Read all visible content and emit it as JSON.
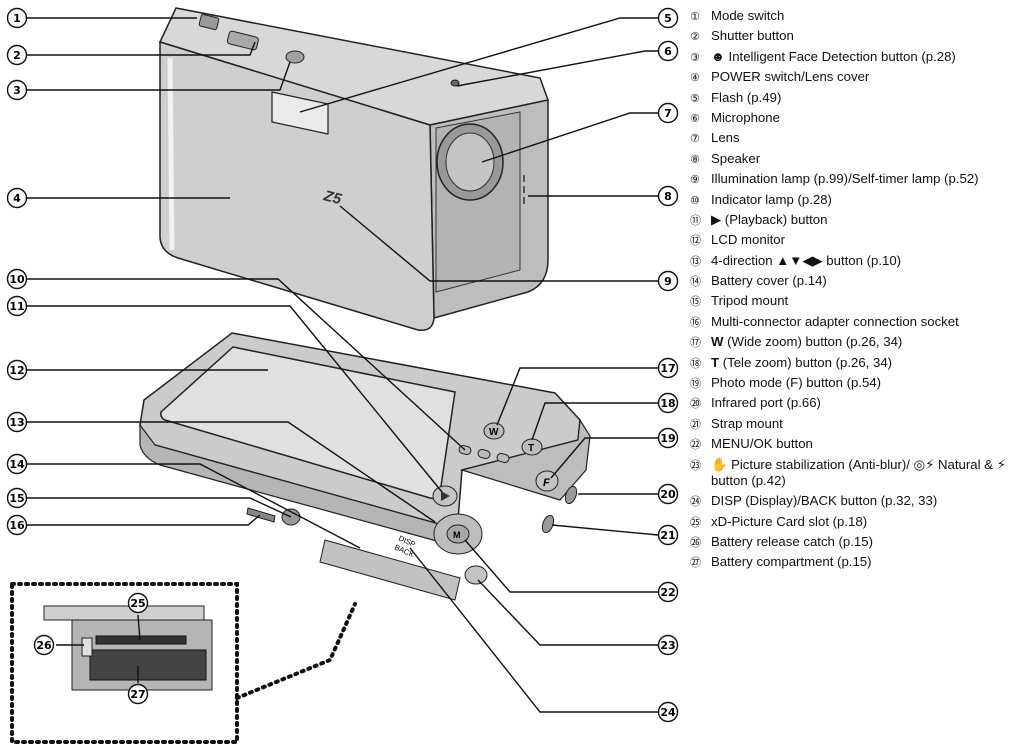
{
  "model_mark": "Z5",
  "front_buttons": {
    "wide_label": "W",
    "tele_label": "T",
    "photo_mode_label": "F",
    "menu_label": "M",
    "disp_label_1": "DISP",
    "disp_label_2": "BACK"
  },
  "callouts": [
    {
      "num": "1"
    },
    {
      "num": "2"
    },
    {
      "num": "3"
    },
    {
      "num": "4"
    },
    {
      "num": "5"
    },
    {
      "num": "6"
    },
    {
      "num": "7"
    },
    {
      "num": "8"
    },
    {
      "num": "9"
    },
    {
      "num": "10"
    },
    {
      "num": "11"
    },
    {
      "num": "12"
    },
    {
      "num": "13"
    },
    {
      "num": "14"
    },
    {
      "num": "15"
    },
    {
      "num": "16"
    },
    {
      "num": "17"
    },
    {
      "num": "18"
    },
    {
      "num": "19"
    },
    {
      "num": "20"
    },
    {
      "num": "21"
    },
    {
      "num": "22"
    },
    {
      "num": "23"
    },
    {
      "num": "24"
    },
    {
      "num": "25"
    },
    {
      "num": "26"
    },
    {
      "num": "27"
    }
  ],
  "legend": [
    {
      "num": "①",
      "text": "Mode switch"
    },
    {
      "num": "②",
      "text": "Shutter button"
    },
    {
      "num": "③",
      "text": "☻ Intelligent Face Detection button (p.28)"
    },
    {
      "num": "④",
      "text": "POWER switch/Lens cover"
    },
    {
      "num": "⑤",
      "text": "Flash (p.49)"
    },
    {
      "num": "⑥",
      "text": "Microphone"
    },
    {
      "num": "⑦",
      "text": "Lens"
    },
    {
      "num": "⑧",
      "text": "Speaker"
    },
    {
      "num": "⑨",
      "text": "Illumination lamp (p.99)/Self-timer lamp (p.52)"
    },
    {
      "num": "⑩",
      "text": "Indicator lamp (p.28)"
    },
    {
      "num": "⑪",
      "text": "▶ (Playback) button"
    },
    {
      "num": "⑫",
      "text": "LCD monitor"
    },
    {
      "num": "⑬",
      "text": "4-direction ▲▼◀▶ button (p.10)"
    },
    {
      "num": "⑭",
      "text": "Battery cover (p.14)"
    },
    {
      "num": "⑮",
      "text": "Tripod mount"
    },
    {
      "num": "⑯",
      "text": "Multi-connector adapter connection socket"
    },
    {
      "num": "⑰",
      "bold": "W",
      "text": " (Wide zoom) button (p.26, 34)"
    },
    {
      "num": "⑱",
      "bold": "T",
      "text": " (Tele zoom) button (p.26, 34)"
    },
    {
      "num": "⑲",
      "text": "Photo mode (F) button (p.54)"
    },
    {
      "num": "⑳",
      "text": "Infrared port (p.66)"
    },
    {
      "num": "㉑",
      "text": "Strap mount"
    },
    {
      "num": "㉒",
      "text": "MENU/OK button"
    },
    {
      "num": "㉓",
      "text": "✋ Picture stabilization (Anti-blur)/ ◎⚡ Natural & ⚡ button (p.42)"
    },
    {
      "num": "㉔",
      "text": "DISP (Display)/BACK button (p.32, 33)"
    },
    {
      "num": "㉕",
      "text": "xD-Picture Card slot (p.18)"
    },
    {
      "num": "㉖",
      "text": "Battery release catch (p.15)"
    },
    {
      "num": "㉗",
      "text": "Battery compartment (p.15)"
    }
  ]
}
